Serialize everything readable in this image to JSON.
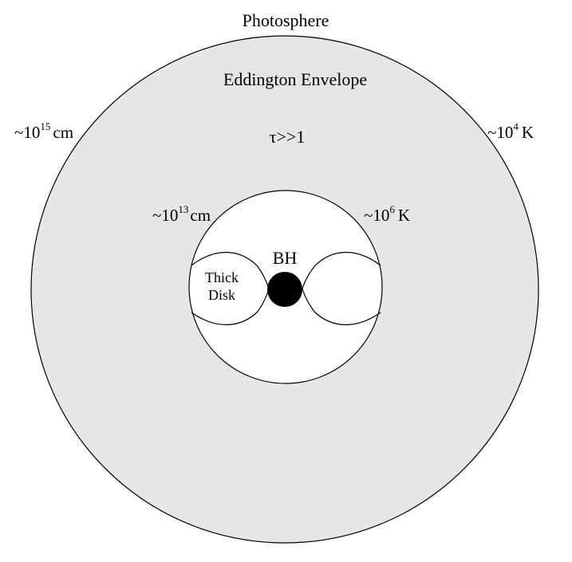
{
  "labels": {
    "photosphere": "Photosphere",
    "eddington_envelope": "Eddington Envelope",
    "tau": "τ>>1",
    "outer_radius": {
      "prefix": "~10",
      "exp": "15",
      "unit": "cm"
    },
    "outer_temp": {
      "prefix": "~10",
      "exp": "4",
      "unit": "K"
    },
    "inner_radius": {
      "prefix": "~10",
      "exp": "13",
      "unit": "cm"
    },
    "inner_temp": {
      "prefix": "~10",
      "exp": "6",
      "unit": "K"
    },
    "black_hole": "BH",
    "thick_disk_line1": "Thick",
    "thick_disk_line2": "Disk"
  },
  "colors": {
    "envelope_fill": "#e6e6e6",
    "inner_fill": "#ffffff",
    "stroke": "#000000",
    "black_hole": "#000000"
  }
}
